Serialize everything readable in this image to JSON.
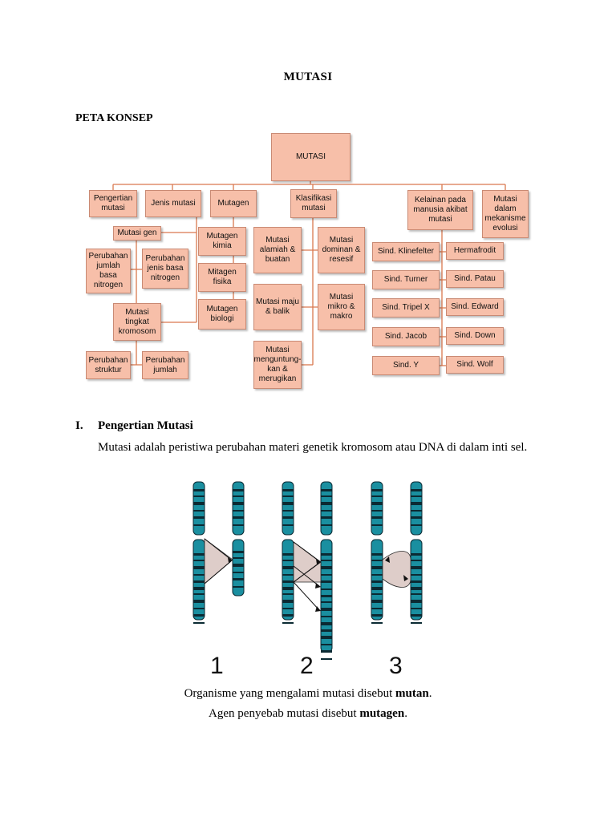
{
  "page": {
    "title": "MUTASI",
    "section_heading": "PETA KONSEP"
  },
  "concept_map": {
    "root": "MUTASI",
    "level1": {
      "pengertian": "Pengertian mutasi",
      "jenis": "Jenis mutasi",
      "mutagen": "Mutagen",
      "klasifikasi": "Klasifikasi mutasi",
      "kelainan": "Kelainan pada manusia akibat mutasi",
      "evolusi": "Mutasi dalam mekanisme evolusi"
    },
    "jenis": {
      "mutasi_gen": "Mutasi gen",
      "jumlah_basa": "Perubahan jumlah basa nitrogen",
      "jenis_basa": "Perubahan jenis basa nitrogen",
      "kromosom": "Mutasi tingkat kromosom",
      "struktur": "Perubahan struktur",
      "jumlah": "Perubahan jumlah"
    },
    "mutagen": {
      "kimia": "Mutagen kimia",
      "fisika": "Mitagen fisika",
      "biologi": "Mutagen biologi"
    },
    "klasifikasi": {
      "alamiah": "Mutasi alamiah & buatan",
      "dominan": "Mutasi dominan & resesif",
      "maju": "Mutasi maju & balik",
      "mikro": "Mutasi mikro & makro",
      "menguntungkan": "Mutasi menguntung-kan & merugikan"
    },
    "kelainan": {
      "left": [
        "Sind. Klinefelter",
        "Sind. Turner",
        "Sind. Tripel X",
        "Sind. Jacob",
        "Sind. Y"
      ],
      "right": [
        "Hermafrodit",
        "Sind. Patau",
        "Sind. Edward",
        "Sind. Down",
        "Sind. Wolf"
      ]
    }
  },
  "section1": {
    "number": "I.",
    "title": "Pengertian Mutasi",
    "text": "Mutasi adalah peristiwa perubahan materi genetik kromosom atau DNA di dalam inti sel."
  },
  "figure": {
    "labels": [
      "1",
      "2",
      "3"
    ],
    "colors": {
      "chromosome": "#1a8fa0",
      "band": "#0b2a33",
      "highlight": "#d8c4c0"
    }
  },
  "closing": {
    "line1_prefix": "Organisme yang mengalami mutasi disebut ",
    "line1_bold": "mutan",
    "line1_suffix": ".",
    "line2_prefix": "Agen penyebab mutasi disebut ",
    "line2_bold": "mutagen",
    "line2_suffix": "."
  }
}
